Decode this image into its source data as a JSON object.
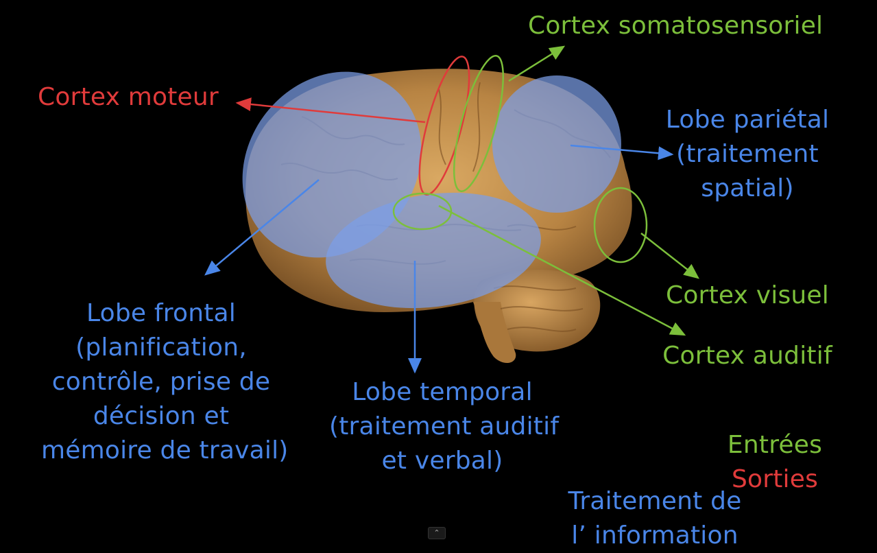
{
  "labels": {
    "somato": "Cortex somatosensoriel",
    "moteur": "Cortex moteur",
    "parietal": [
      "Lobe pariétal",
      "(traitement",
      "spatial)"
    ],
    "frontal": [
      "Lobe frontal",
      "(planification,",
      "contrôle, prise de",
      "décision et",
      "mémoire de travail)"
    ],
    "temporal": [
      "Lobe temporal",
      "(traitement auditif",
      "et verbal)"
    ],
    "visuel": "Cortex visuel",
    "auditif": "Cortex auditif"
  },
  "legend": {
    "entrees": "Entrées",
    "sorties": "Sorties",
    "traitement": [
      "Traitement de",
      "l’ information"
    ]
  },
  "colors": {
    "blue": "#4a86e8",
    "green": "#7cbf3b",
    "red": "#e03b3b",
    "brain": "#b88a4e"
  },
  "controls": {
    "scroll_icon": "⌃"
  }
}
